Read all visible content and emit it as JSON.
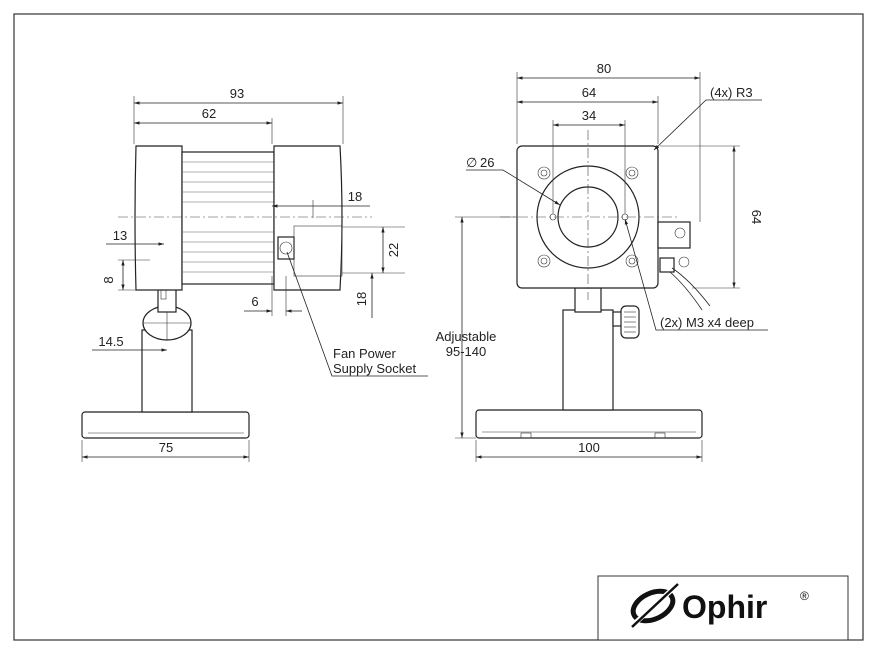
{
  "side_view": {
    "dims": {
      "overall_length": "93",
      "body_length": "62",
      "socket_offset": "18",
      "post_height": "13",
      "clamp_height": "8",
      "socket_height": "22",
      "socket_depth": "6",
      "socket_bottom": "18",
      "post_offset": "14.5",
      "base_width": "75"
    },
    "callout_line1": "Fan Power",
    "callout_line2": "Supply Socket"
  },
  "front_view": {
    "dims": {
      "overall_width": "80",
      "plate_width": "64",
      "hole_spacing": "34",
      "aperture": "26",
      "height": "64",
      "base_width": "100"
    },
    "diameter_symbol": "∅",
    "corner_radius": "(4x) R3",
    "mount_holes": "(2x) M3  x4 deep",
    "adjustable_line1": "Adjustable",
    "adjustable_line2": "95-140"
  },
  "logo": {
    "brand": "Ophir",
    "registered": "®"
  }
}
